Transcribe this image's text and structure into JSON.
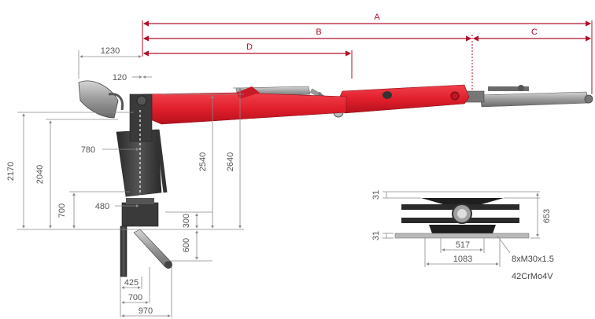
{
  "top_dimensions": {
    "a": "A",
    "b": "B",
    "c": "C",
    "d": "D"
  },
  "dimensions": {
    "d1230": "1230",
    "d120": "120",
    "d780": "780",
    "d2170": "2170",
    "d2040": "2040",
    "d700_left": "700",
    "d480": "480",
    "d2540": "2540",
    "d2640": "2640",
    "d300": "300",
    "d600": "600",
    "d425": "425",
    "d700_bottom": "700",
    "d970": "970"
  },
  "base_detail": {
    "d31_top": "31",
    "d31_bottom": "31",
    "d653": "653",
    "d517": "517",
    "d1083": "1083",
    "bolts": "8xM30x1.5",
    "material": "42CrMo4V"
  },
  "colors": {
    "boom_red": "#e8202f",
    "dimension_red": "#b0102a",
    "dimension_grey": "#8a8a8a",
    "steel_dark": "#3a3a3a",
    "steel_mid": "#9a9a9a"
  }
}
